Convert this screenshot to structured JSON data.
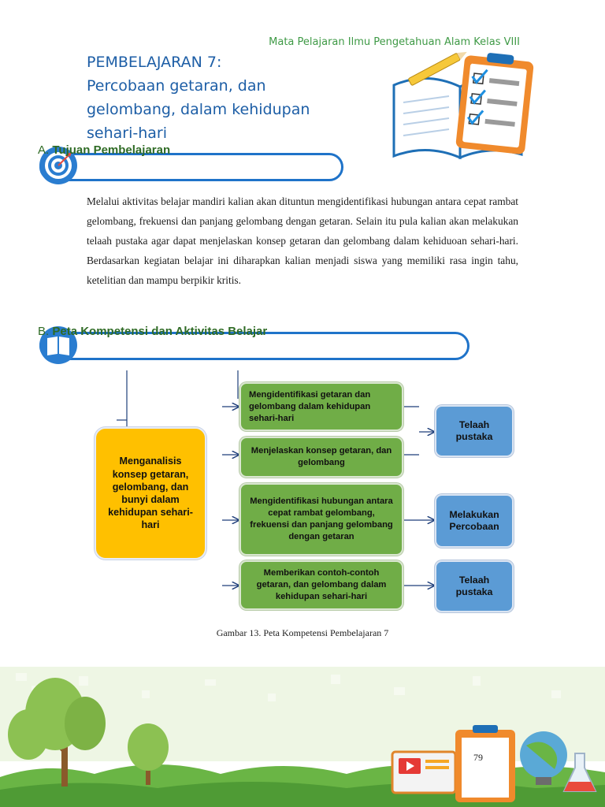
{
  "header": {
    "subject": "Mata Pelajaran Ilmu Pengetahuan Alam Kelas VIII"
  },
  "title": {
    "line1": "PEMBELAJARAN 7:",
    "line2": "Percobaan getaran, dan",
    "line3": "gelombang, dalam kehidupan",
    "line4": "sehari-hari"
  },
  "section_a": {
    "letter": "A.",
    "heading": "Tujuan Pembelajaran",
    "icon": "target-icon"
  },
  "section_a_text": "Melalui aktivitas belajar mandiri kalian akan dituntun mengidentifikasi hubungan antara cepat rambat gelombang, frekuensi dan panjang gelombang dengan getaran. Selain itu pula kalian akan melakukan telaah pustaka agar dapat menjelaskan konsep getaran dan gelombang dalam kehiduoan sehari-hari. Berdasarkan kegiatan belajar ini diharapkan kalian menjadi siswa yang memiliki rasa ingin tahu, ketelitian dan mampu berpikir kritis.",
  "section_b": {
    "letter": "B.",
    "heading": "Peta Kompetensi dan Aktivitas Belajar",
    "icon": "book-icon"
  },
  "diagram": {
    "main": "Menganalisis konsep getaran, gelombang, dan bunyi dalam kehidupan sehari-hari",
    "competencies": [
      "Mengidentifikasi getaran dan gelombang dalam kehidupan sehari-hari",
      "Menjelaskan konsep getaran, dan gelombang",
      "Mengidentifikasi hubungan antara cepat rambat gelombang, frekuensi dan panjang gelombang dengan getaran",
      "Memberikan contoh-contoh getaran, dan gelombang dalam kehidupan sehari-hari"
    ],
    "activities": [
      "Telaah pustaka",
      "Melakukan Percobaan",
      "Telaah pustaka"
    ],
    "colors": {
      "main": "#ffc000",
      "competency": "#70ad47",
      "activity": "#5b9bd5"
    }
  },
  "caption": "Gambar 13. Peta Kompetensi Pembelajaran 7",
  "footer": {
    "page_number": "79"
  },
  "colors": {
    "title": "#1d5ea6",
    "header": "#3f9a46",
    "section_bar": "#1f73c9",
    "section_heading": "#2f6b25"
  }
}
